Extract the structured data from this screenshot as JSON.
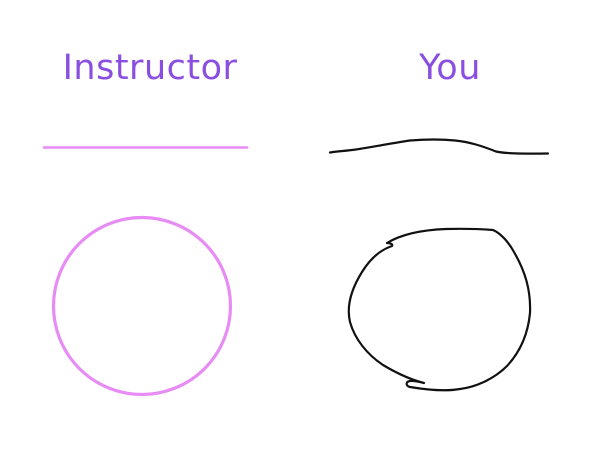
{
  "headings": {
    "instructor": "Instructor",
    "you": "You"
  },
  "colors": {
    "heading_text": "#8a4fe0",
    "instructor_stroke": "#e88cf5",
    "user_stroke": "#111111",
    "background": "#ffffff"
  },
  "panels": [
    {
      "role": "instructor",
      "shapes": [
        "straight-line",
        "circle"
      ]
    },
    {
      "role": "user",
      "shapes": [
        "freehand-line",
        "freehand-circle"
      ]
    }
  ]
}
